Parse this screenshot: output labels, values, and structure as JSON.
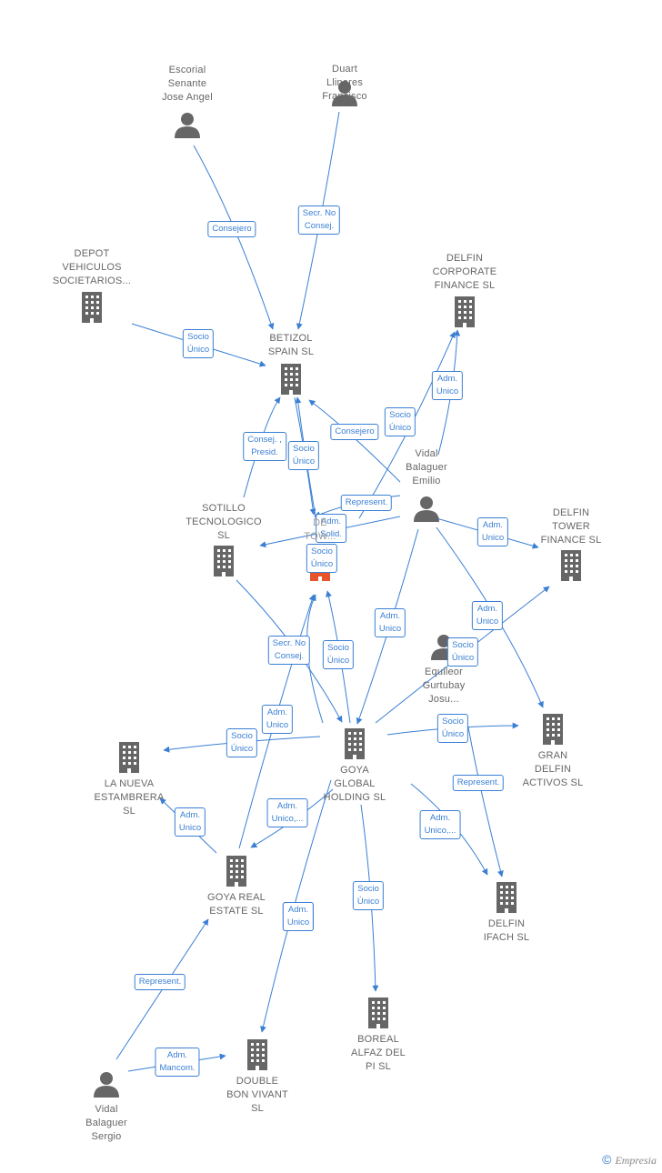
{
  "colors": {
    "edge": "#3a7fd4",
    "node": "#666666",
    "main_node": "#e8542a",
    "background": "#ffffff"
  },
  "nodes": [
    {
      "id": "duart",
      "type": "person",
      "lines": [
        "Duart",
        "Llinares",
        "Francisco"
      ]
    },
    {
      "id": "escorial",
      "type": "person",
      "lines": [
        "Escorial",
        "Senante",
        "Jose Angel"
      ]
    },
    {
      "id": "depot",
      "type": "company",
      "lines": [
        "DEPOT",
        "VEHICULOS",
        "SOCIETARIOS..."
      ]
    },
    {
      "id": "delfin_corporate",
      "type": "company",
      "lines": [
        "DELFIN",
        "CORPORATE",
        "FINANCE  SL"
      ]
    },
    {
      "id": "betizol",
      "type": "company",
      "lines": [
        "BETIZOL",
        "SPAIN  SL"
      ]
    },
    {
      "id": "vidal_emilio",
      "type": "person",
      "lines": [
        "Vidal",
        "Balaguer",
        "Emilio"
      ]
    },
    {
      "id": "sotillo",
      "type": "company",
      "lines": [
        "SOTILLO",
        "TECNOLOGICO",
        "SL"
      ]
    },
    {
      "id": "main",
      "type": "main",
      "lines": [
        "DE",
        "TOW..."
      ]
    },
    {
      "id": "delfin_tower",
      "type": "company",
      "lines": [
        "DELFIN",
        "TOWER",
        "FINANCE  SL"
      ]
    },
    {
      "id": "equileor",
      "type": "person",
      "lines": [
        "Equileor",
        "Gurtubay",
        "Josu..."
      ]
    },
    {
      "id": "goya_global",
      "type": "company",
      "lines": [
        "GOYA",
        "GLOBAL",
        "HOLDING  SL"
      ]
    },
    {
      "id": "nueva",
      "type": "company",
      "lines": [
        "LA NUEVA",
        "ESTAMBRERA",
        "SL"
      ]
    },
    {
      "id": "gran_delfin",
      "type": "company",
      "lines": [
        "GRAN",
        "DELFIN",
        "ACTIVOS  SL"
      ]
    },
    {
      "id": "goya_real",
      "type": "company",
      "lines": [
        "GOYA REAL",
        "ESTATE  SL"
      ]
    },
    {
      "id": "delfin_ifach",
      "type": "company",
      "lines": [
        "DELFIN",
        "IFACH  SL"
      ]
    },
    {
      "id": "boreal",
      "type": "company",
      "lines": [
        "BOREAL",
        "ALFAZ DEL",
        "PI  SL"
      ]
    },
    {
      "id": "double",
      "type": "company",
      "lines": [
        "DOUBLE",
        "BON VIVANT",
        "SL"
      ]
    },
    {
      "id": "vidal_sergio",
      "type": "person",
      "lines": [
        "Vidal",
        "Balaguer",
        "Sergio"
      ]
    }
  ],
  "edges": [
    {
      "label": [
        "Consejero"
      ]
    },
    {
      "label": [
        "Secr.  No",
        "Consej."
      ]
    },
    {
      "label": [
        "Socio",
        "Único"
      ]
    },
    {
      "label": [
        "Consej. ,",
        "Presid."
      ]
    },
    {
      "label": [
        "Socio",
        "Único"
      ]
    },
    {
      "label": [
        "Consejero"
      ]
    },
    {
      "label": [
        "Socio",
        "Único"
      ]
    },
    {
      "label": [
        "Adm.",
        "Unico"
      ]
    },
    {
      "label": [
        "Represent."
      ]
    },
    {
      "label": [
        "Adm.",
        "Solid."
      ]
    },
    {
      "label": [
        "Socio",
        "Único"
      ]
    },
    {
      "label": [
        "Adm.",
        "Unico"
      ]
    },
    {
      "label": [
        "Adm.",
        "Unico"
      ]
    },
    {
      "label": [
        "Adm.",
        "Unico"
      ]
    },
    {
      "label": [
        "Socio",
        "Único"
      ]
    },
    {
      "label": [
        "Secr.  No",
        "Consej."
      ]
    },
    {
      "label": [
        "Socio",
        "Único"
      ]
    },
    {
      "label": [
        "Adm.",
        "Unico"
      ]
    },
    {
      "label": [
        "Socio",
        "Único"
      ]
    },
    {
      "label": [
        "Socio",
        "Único"
      ]
    },
    {
      "label": [
        "Represent."
      ]
    },
    {
      "label": [
        "Adm.",
        "Unico"
      ]
    },
    {
      "label": [
        "Adm.",
        "Unico,..."
      ]
    },
    {
      "label": [
        "Adm.",
        "Unico,..."
      ]
    },
    {
      "label": [
        "Socio",
        "Único"
      ]
    },
    {
      "label": [
        "Socio",
        "Único"
      ]
    },
    {
      "label": [
        "Adm.",
        "Unico"
      ]
    },
    {
      "label": [
        "Represent."
      ]
    },
    {
      "label": [
        "Adm.",
        "Mancom."
      ]
    }
  ],
  "footer": {
    "copyright": "©",
    "brand": "Empresia"
  }
}
